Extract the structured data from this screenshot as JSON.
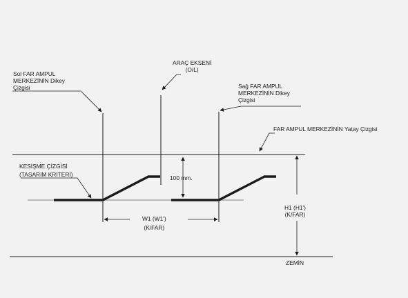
{
  "labels": {
    "vehicle_axis": "ARAÇ EKSENİ",
    "vehicle_axis_code": "(O/L)",
    "left_vertical_1": "Sol FAR AMPUL",
    "left_vertical_2": "MERKEZİNİN Dikey",
    "left_vertical_3": "Çizgisi",
    "right_vertical_1": "Sağ FAR AMPUL",
    "right_vertical_2": "MERKEZİNİN Dikey",
    "right_vertical_3": "Çizgisi",
    "horizontal_line": "FAR AMPUL MERKEZİNİN Yatay Çizgisi",
    "cutoff_1": "KESİŞME ÇİZGİSİ",
    "cutoff_2": "(TASARIM KRİTERİ)",
    "offset_100": "100 mm.",
    "width_1": "W1 (W1')",
    "width_2": "(K/FAR)",
    "height_1": "H1 (H1')",
    "height_2": "(K/FAR)",
    "ground": "ZEMİN"
  },
  "colors": {
    "line": "#1a1a1a",
    "background": "#f2f2f2"
  }
}
